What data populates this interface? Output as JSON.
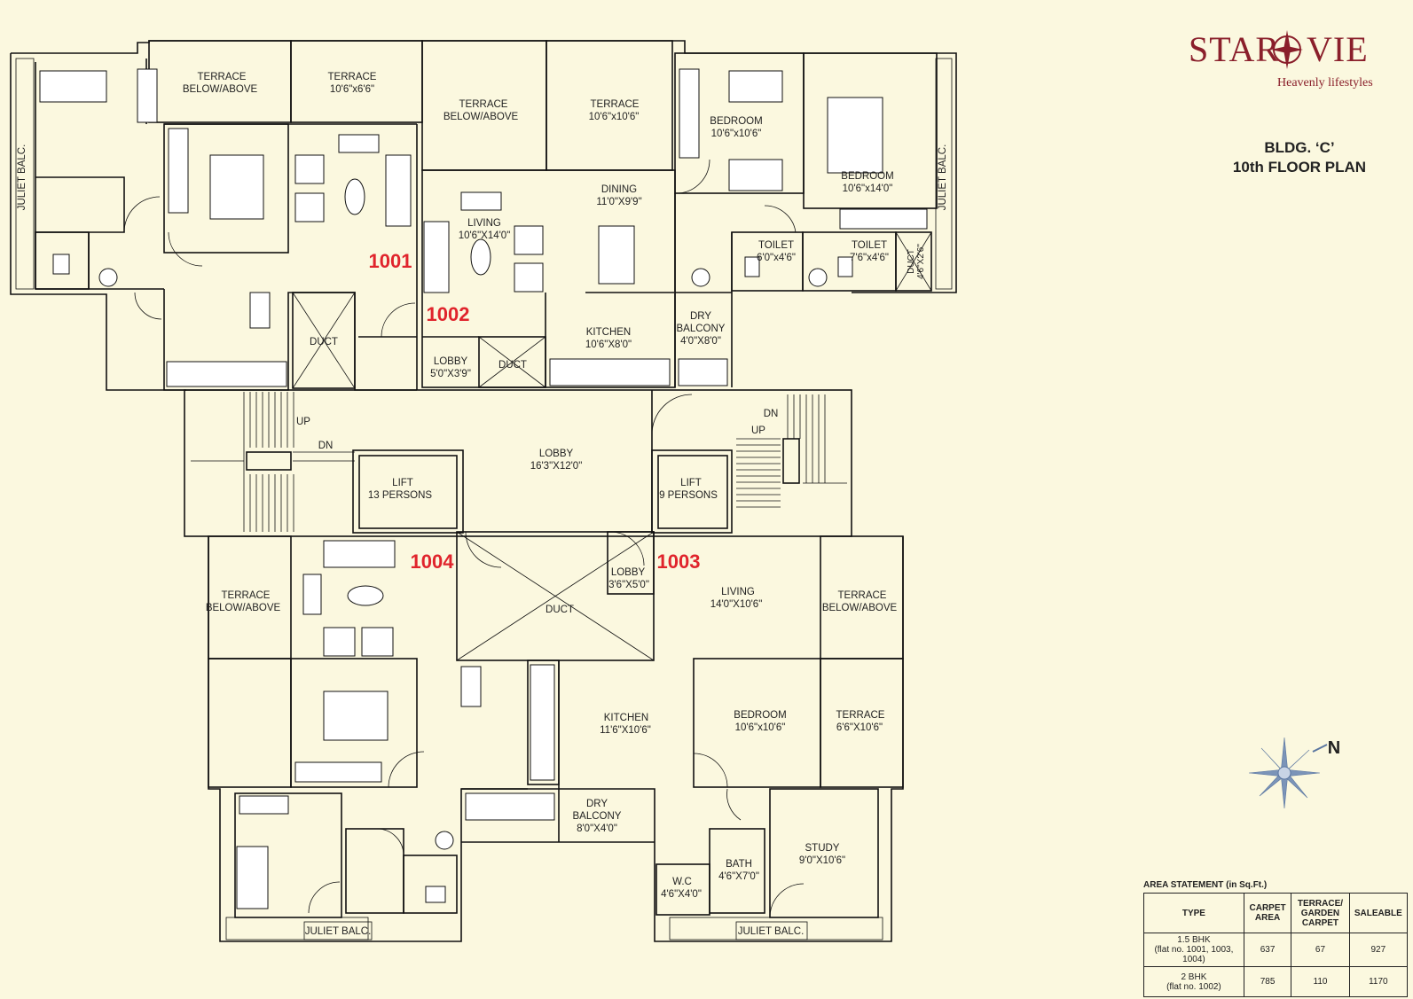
{
  "brand": {
    "name_left": "STAR",
    "name_right": "VIE",
    "tagline": "Heavenly lifestyles",
    "color": "#8a1f2b"
  },
  "title": {
    "line1": "BLDG. ‘C’",
    "line2": "10th FLOOR PLAN"
  },
  "north_label": "N",
  "flats": [
    "1001",
    "1002",
    "1003",
    "1004"
  ],
  "rooms": {
    "terrace_ba_1": [
      "TERRACE",
      "BELOW/ABOVE"
    ],
    "terrace_1001": [
      "TERRACE",
      "10'6\"x6'6\""
    ],
    "terrace_ba_2": [
      "TERRACE",
      "BELOW/ABOVE"
    ],
    "terrace_1002": [
      "TERRACE",
      "10'6\"x10'6\""
    ],
    "bedroom_1002a": [
      "BEDROOM",
      "10'6\"x10'6\""
    ],
    "bedroom_1002b": [
      "BEDROOM",
      "10'6\"x14'0\""
    ],
    "dining_1002": [
      "DINING",
      "11'0\"X9'9\""
    ],
    "living_1002": [
      "LIVING",
      "10'6\"X14'0\""
    ],
    "toilet_1002a": [
      "TOILET",
      "6'0\"x4'6\""
    ],
    "toilet_1002b": [
      "TOILET",
      "7'6\"x4'6\""
    ],
    "duct_small": [
      "DUCT",
      "4'6\"X2'6\""
    ],
    "dry_balcony_1002": [
      "DRY",
      "BALCONY",
      "4'0\"X8'0\""
    ],
    "kitchen_1002": [
      "KITCHEN",
      "10'6\"X8'0\""
    ],
    "lobby_1002": [
      "LOBBY",
      "5'0\"X3'9\""
    ],
    "duct_1002": [
      "DUCT"
    ],
    "duct_1001": [
      "DUCT"
    ],
    "lobby_main": [
      "LOBBY",
      "16'3\"X12'0\""
    ],
    "lift_13": [
      "LIFT",
      "13 PERSONS"
    ],
    "lift_9": [
      "LIFT",
      "9 PERSONS"
    ],
    "up_left": "UP",
    "dn_left": "DN",
    "up_right": "UP",
    "dn_right": "DN",
    "terrace_ba_3": [
      "TERRACE",
      "BELOW/ABOVE"
    ],
    "duct_center": [
      "DUCT"
    ],
    "lobby_1003": [
      "LOBBY",
      "3'6\"X5'0\""
    ],
    "living_1003": [
      "LIVING",
      "14'0\"X10'6\""
    ],
    "terrace_ba_4": [
      "TERRACE",
      "BELOW/ABOVE"
    ],
    "kitchen_1003": [
      "KITCHEN",
      "11'6\"X10'6\""
    ],
    "bedroom_1003": [
      "BEDROOM",
      "10'6\"x10'6\""
    ],
    "terrace_1003": [
      "TERRACE",
      "6'6\"X10'6\""
    ],
    "dry_balcony_1003": [
      "DRY",
      "BALCONY",
      "8'0\"X4'0\""
    ],
    "study_1003": [
      "STUDY",
      "9'0\"X10'6\""
    ],
    "bath_1003": [
      "BATH",
      "4'6\"X7'0\""
    ],
    "wc_1003": [
      "W.C",
      "4'6\"X4'0\""
    ],
    "juliet_1004": [
      "JULIET BALC."
    ],
    "juliet_1003": [
      "JULIET BALC."
    ],
    "juliet_left": [
      "JULIET BALC."
    ],
    "juliet_right": [
      "JULIET BALC."
    ]
  },
  "area_statement": {
    "caption": "AREA STATEMENT (in Sq.Ft.)",
    "headers": [
      "TYPE",
      "CARPET AREA",
      "TERRACE/ GARDEN CARPET",
      "SALEABLE"
    ],
    "rows": [
      {
        "type": "1.5 BHK",
        "flats": "(flat no. 1001, 1003, 1004)",
        "carpet": "637",
        "terrace": "67",
        "saleable": "927"
      },
      {
        "type": "2 BHK",
        "flats": "(flat no. 1002)",
        "carpet": "785",
        "terrace": "110",
        "saleable": "1170"
      }
    ]
  }
}
